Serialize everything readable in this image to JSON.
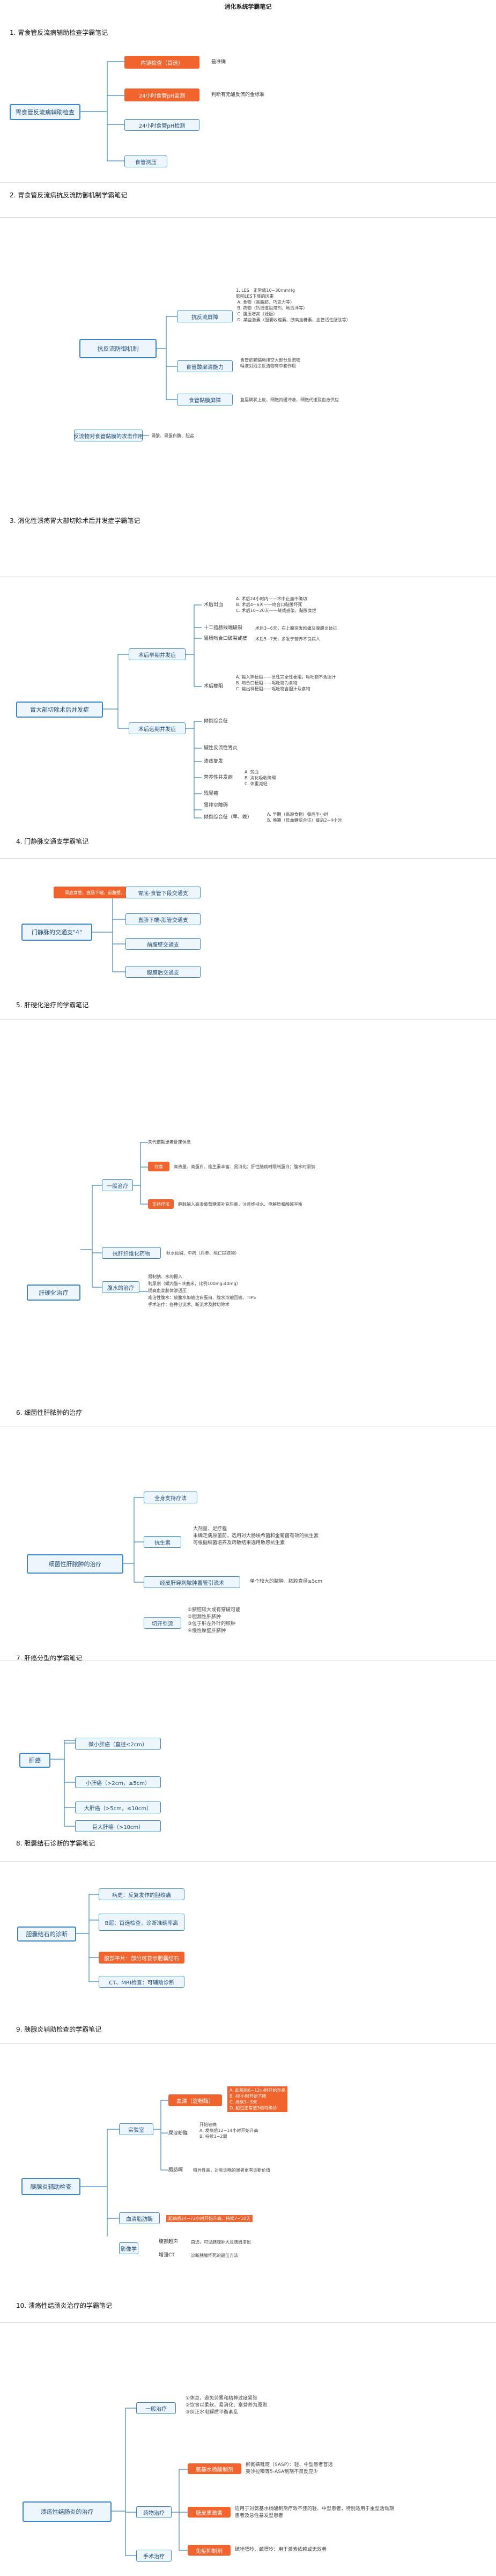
{
  "title": "消化系统学霸笔记",
  "sections": [
    {
      "label": "1. 胃食管反流病辅助检查学霸笔记"
    },
    {
      "label": "2. 胃食管反流病抗反流防御机制学霸笔记"
    },
    {
      "label": "3. 消化性溃疡胃大部切除术后并发症学霸笔记"
    },
    {
      "label": "4. 门静脉交通支学霸笔记"
    },
    {
      "label": "5. 肝硬化治疗的学霸笔记"
    },
    {
      "label": "6. 细菌性肝脓肿的治疗"
    },
    {
      "label": "7. 肝癌分型的学霸笔记"
    },
    {
      "label": "8. 胆囊结石诊断的学霸笔记"
    },
    {
      "label": "9. 胰腺炎辅助检查的学霸笔记"
    },
    {
      "label": "10. 溃疡性结肠炎治疗的学霸笔记"
    }
  ],
  "m1": {
    "root": "胃食管反流病辅助检查",
    "b1": "内镜检查（首选）",
    "b1n": "最准确",
    "b2": "24小时食管pH监测",
    "b2n": "判断有无酸反流的金标准",
    "b3": "24小时食管pH检测",
    "b4": "食管测压"
  },
  "m2": {
    "root": "抗反流防御机制",
    "b1": "抗反流屏障",
    "b1n": "1. LES   正常值10~30mmHg\n影响LES下降的因素\n A. 食物（高脂肪、巧克力等）\n B. 药物（钙通道阻滞剂、地西泮等）\n C. 腹压增高（妊娠）\n D. 某些激素（胆囊收缩素、胰高血糖素、血管活性肠肽等）",
    "b2": "食管酸廓清能力",
    "b2n": "食管依赖蠕动排空大部分反流物\n唾液对残余反流物有中和作用",
    "b3": "食管黏膜屏障",
    "b3n": "复层鳞状上皮、细胞内缓冲液、细胞代谢及血液供应",
    "r2": "反流物对食管黏膜的攻击作用",
    "r2n": "胃酸、胃蛋白酶、胆盐"
  },
  "m3": {
    "root": "胃大部切除术后并发症",
    "a": "术后早期并发症",
    "a1": "术后出血",
    "a1n": "A. 术后24小时内——术中止血不确切\nB. 术后4~6天——吻合口黏膜坏死\nC. 术后10~20天——缝线感染、黏膜糜烂",
    "a2": "十二指肠残端破裂",
    "a2n": "术后3~6天，右上腹突发剧痛及腹膜炎体征",
    "a3": "胃肠吻合口破裂或瘘",
    "a3n": "术后5~7天，多发于营养不良病人",
    "a4": "术后梗阻",
    "a4n": "A. 输入袢梗阻——急性完全性梗阻，呕吐物不含胆汁\nB. 吻合口梗阻——呕吐物为食物\nC. 输出袢梗阻——呕吐物含胆汁及食物",
    "b": "术后远期并发症",
    "b1": "倾倒综合征",
    "b2": "碱性反流性胃炎",
    "b3": "溃疡复发",
    "b4": "营养性并发症",
    "b4n": "A. 贫血\nB. 消化吸收障碍\nC. 体重减轻",
    "b5": "残胃癌",
    "b6": "胃排空障碍",
    "b7": "倾倒综合征（早、晚）",
    "b7n": "A. 早期（高渗食物）餐后半小时\nB. 晚期（低血糖综合征）餐后2~4小时"
  },
  "m4": {
    "root": "门静脉的交通支\"4\"",
    "banner": "胃底食管、直肠下端、前腹壁、腹膜后",
    "b1": "胃底-食管下段交通支",
    "b2": "直肠下端-肛管交通支",
    "b3": "前腹壁交通支",
    "b4": "腹膜后交通支"
  },
  "m5": {
    "root": "肝硬化治疗",
    "a": "一般治疗",
    "a1": "失代偿期患者卧床休息",
    "a2": "饮食",
    "a2n": "高热量、高蛋白、维生素丰富、易消化；肝性脑病时限制蛋白；腹水时限钠",
    "a3": "支持疗法",
    "a3n": "静脉输入高渗葡萄糖液补充热量，注意维持水、电解质和酸碱平衡",
    "b": "抗肝纤维化药物",
    "b1": "秋水仙碱、中药（丹参、桃仁提取物）",
    "c": "腹水的治疗",
    "c1": "限制钠、水的摄入",
    "c2": "利尿剂（螺内酯+呋塞米，比例100mg:40mg）",
    "c3": "提高血浆胶体渗透压",
    "c4": "难治性腹水：放腹水加输注白蛋白、腹水浓缩回输、TIPS",
    "c5": "手术治疗：各种分流术、断流术及脾切除术"
  },
  "m6": {
    "root": "细菌性肝脓肿的治疗",
    "b1": "全身支持疗法",
    "b2": "抗生素",
    "b2n": "大剂量、足疗程\n未确定病原菌前，选用对大肠埃希菌和金葡菌有效的抗生素\n可根据细菌培养及药敏结果选用敏感抗生素",
    "b3": "经皮肝穿刺脓肿置管引流术",
    "b3n": "单个较大的脓肿，脓腔直径≥5cm",
    "b4": "切开引流",
    "b4n": "①脓腔较大或有穿破可能\n②胆源性肝脓肿\n③位于肝左外叶的脓肿\n④慢性厚壁肝脓肿"
  },
  "m7": {
    "root": "肝癌",
    "b1": "微小肝癌（直径≤2cm）",
    "b2": "小肝癌（>2cm，≤5cm）",
    "b3": "大肝癌（>5cm，≤10cm）",
    "b4": "巨大肝癌（>10cm）"
  },
  "m8": {
    "root": "胆囊结石的诊断",
    "b1": "病史：反复发作的胆绞痛",
    "b2": "B超：首选检查，诊断准确率高",
    "b3": "腹部平片：部分可显示胆囊结石",
    "b4": "CT、MRI检查：可辅助诊断"
  },
  "m9": {
    "root": "胰腺炎辅助检查",
    "a": "实验室",
    "a1": "血清（淀粉酶）",
    "a1n": "A. 起病后6~12小时开始升高\nB. 48小时开始下降\nC. 持续3~5天\nD. 超过正常值3倍可确诊",
    "a2": "尿淀粉酶",
    "a2n": "开始较晚\nA. 发病后12~14小时开始升高\nB. 持续1~2周",
    "a3": "脂肪酶",
    "a3n": "特异性高，对就诊晚的患者更有诊断价值",
    "b": "血清脂肪酶",
    "bn": "起病后24~72小时开始升高，持续7~10天",
    "c": "影像学",
    "c1": "腹部超声",
    "c1n": "首选，可见胰腺肿大及胰周渗出",
    "c2": "增强CT",
    "c2n": "诊断胰腺坏死的最佳方法"
  },
  "m10": {
    "root": "溃疡性结肠炎的治疗",
    "a": "一般治疗",
    "an": "①休息，避免劳累和精神过度紧张\n②饮食以柔软、易消化、富营养为原则\n③纠正水电解质平衡紊乱",
    "b": "药物治疗",
    "b1": "氨基水杨酸制剂",
    "b1n": "柳氮磺吡啶（SASP）：轻、中型患者首选\n美沙拉嗪等5-ASA制剂不良反应少",
    "b2": "糖皮质激素",
    "b2n": "适用于对氨基水杨酸制剂疗效不佳的轻、中型患者，特别适用于重型活动期患者及急性暴发型患者",
    "b3": "免疫抑制剂",
    "b3n": "硫唑嘌呤、巯嘌呤：用于激素依赖或无效者",
    "c": "手术治疗"
  }
}
